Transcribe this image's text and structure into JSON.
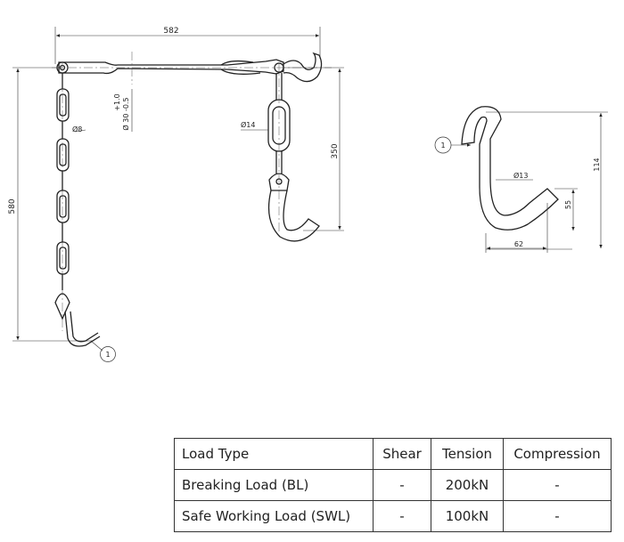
{
  "drawing": {
    "dimensions": {
      "overall_length": "582",
      "overall_height": "580",
      "chain_wire": "Ø8",
      "bar_diameter": "Ø 30 -0.5",
      "bar_tolerance_plus": "+1.0",
      "link_diameter": "Ø14",
      "hook_drop": "350",
      "detail_height": "114",
      "detail_wire": "Ø13",
      "detail_offset": "55",
      "detail_width": "62"
    },
    "callouts": {
      "item_1_chain": "1",
      "item_1_detail": "1"
    }
  },
  "table": {
    "headers": [
      "Load Type",
      "Shear",
      "Tension",
      "Compression"
    ],
    "rows": [
      [
        "Breaking Load (BL)",
        "-",
        "200kN",
        "-"
      ],
      [
        "Safe Working Load (SWL)",
        "-",
        "100kN",
        "-"
      ]
    ]
  }
}
